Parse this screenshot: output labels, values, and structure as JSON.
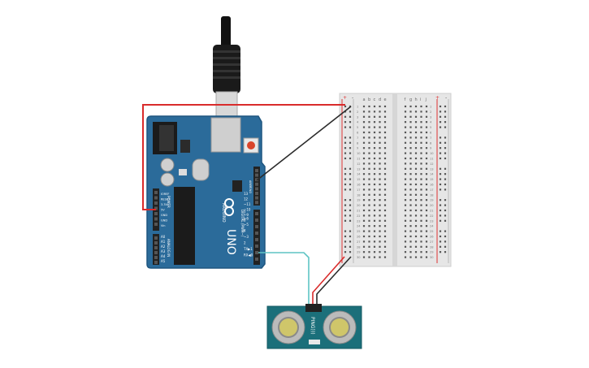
{
  "arduino": {
    "brand": "ARDUINO",
    "model": "UNO",
    "digital_label": "DIGITAL (PWM~)",
    "power_label": "POWER",
    "analog_label": "ANALOG IN",
    "aref_label": "AREF",
    "gnd_label": "GND",
    "digital_pins": [
      "13",
      "12",
      "~11",
      "~10",
      "~9",
      "8",
      "7",
      "~6",
      "~5",
      "4",
      "~3",
      "2",
      "TX▶1",
      "RX◀0"
    ],
    "power_pins": [
      "IOREF",
      "RESET",
      "3.3V",
      "5V",
      "GND",
      "GND",
      "Vin"
    ],
    "analog_pins": [
      "A0",
      "A1",
      "A2",
      "A3",
      "A4",
      "A5"
    ],
    "colors": {
      "board": "#2b6b9a",
      "board_edge": "#1f5680",
      "header": "#222222",
      "chip": "#1b1b1b",
      "reset": "#d9452b"
    }
  },
  "breadboard": {
    "rows": 30,
    "columns_left": [
      "a",
      "b",
      "c",
      "d",
      "e"
    ],
    "columns_right": [
      "f",
      "g",
      "h",
      "i",
      "j"
    ],
    "rail_plus": "+",
    "rail_minus": "-",
    "colors": {
      "body": "#e6e6e6",
      "hole": "#555555",
      "rail_red": "#d33",
      "rail_blue": "#ccc"
    }
  },
  "sensor": {
    "name": "PING))) ",
    "colors": {
      "board": "#1b6f7a",
      "ring": "#bbbbbb",
      "cone": "#cfc66a"
    }
  },
  "wires": {
    "colors": {
      "power": "#d92b2b",
      "ground": "#2b2b2b",
      "signal": "#5fc4c4"
    }
  }
}
